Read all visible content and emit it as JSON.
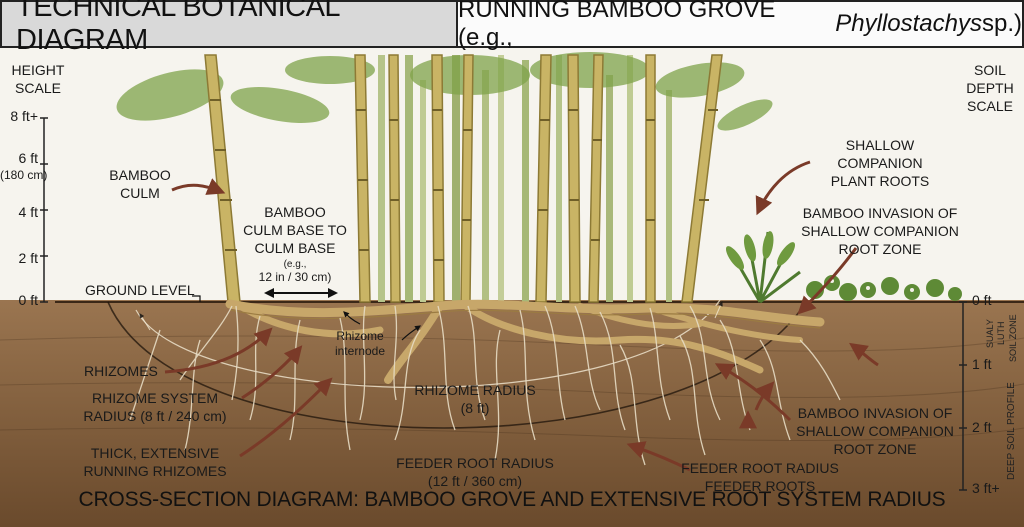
{
  "header": {
    "left_title": "TECHNICAL BOTANICAL DIAGRAM",
    "right_title_prefix": "RUNNING BAMBOO GROVE (e.g., ",
    "right_title_species": "Phyllostachys",
    "right_title_suffix": " sp.)"
  },
  "height_scale": {
    "title": [
      "HEIGHT",
      "SCALE"
    ],
    "ticks": [
      {
        "label": "8 ft+"
      },
      {
        "label": "6 ft",
        "sub": "(180 cm)"
      },
      {
        "label": "4 ft"
      },
      {
        "label": "2 ft"
      },
      {
        "label": "0 ft"
      }
    ]
  },
  "soil_scale": {
    "title": [
      "SOIL",
      "DEPTH",
      "SCALE"
    ],
    "ticks": [
      "0 ft",
      "1 ft",
      "2 ft",
      "3 ft+"
    ],
    "vertical_labels": [
      "SUALY",
      "LUTH",
      "SOIL ZONE",
      "DEEP SOIL PROFILE"
    ]
  },
  "labels": {
    "bamboo_culm": [
      "BAMBOO",
      "CULM"
    ],
    "culm_spacing": [
      "BAMBOO",
      "CULM BASE TO",
      "CULM BASE"
    ],
    "culm_spacing_eg": "(e.g.,",
    "culm_spacing_value": "12 in / 30 cm)",
    "ground_level": "GROUND LEVEL",
    "rhizome_internode": [
      "Rhizome",
      "internode"
    ],
    "rhizomes": "RHIZOMES",
    "rhizome_system_radius": [
      "RHIZOME SYSTEM",
      "RADIUS (8 ft / 240 cm)"
    ],
    "thick_rhizomes": [
      "THICK, EXTENSIVE",
      "RUNNING RHIZOMES"
    ],
    "rhizome_radius": [
      "RHIZOME RADIUS",
      "(8 ft)"
    ],
    "feeder_root_radius": [
      "FEEDER ROOT RADIUS",
      "(12 ft / 360 cm)"
    ],
    "shallow_companion": [
      "SHALLOW",
      "COMPANION",
      "PLANT ROOTS"
    ],
    "invasion_top": [
      "BAMBOO INVASION OF",
      "SHALLOW COMPANION",
      "ROOT ZONE"
    ],
    "invasion_bottom": [
      "BAMBOO INVASION OF",
      "SHALLOW COMPANION",
      "ROOT ZONE"
    ],
    "feeder_roots": [
      "FEEDER ROOT RADIUS",
      "FEEDER ROOTS"
    ]
  },
  "footer": "CROSS-SECTION DIAGRAM: BAMBOO GROVE AND EXTENSIVE ROOT SYSTEM RADIUS",
  "colors": {
    "sky": "#f6f4ee",
    "soil_top": "#9a7550",
    "soil_bottom": "#6a4a2c",
    "culm": "#c9b465",
    "culm_dark": "#8d7a35",
    "leaf": "#7fa34a",
    "rhizome": "#c7a76a",
    "root": "#e7dcc4",
    "arrow": "#7a3a28"
  }
}
